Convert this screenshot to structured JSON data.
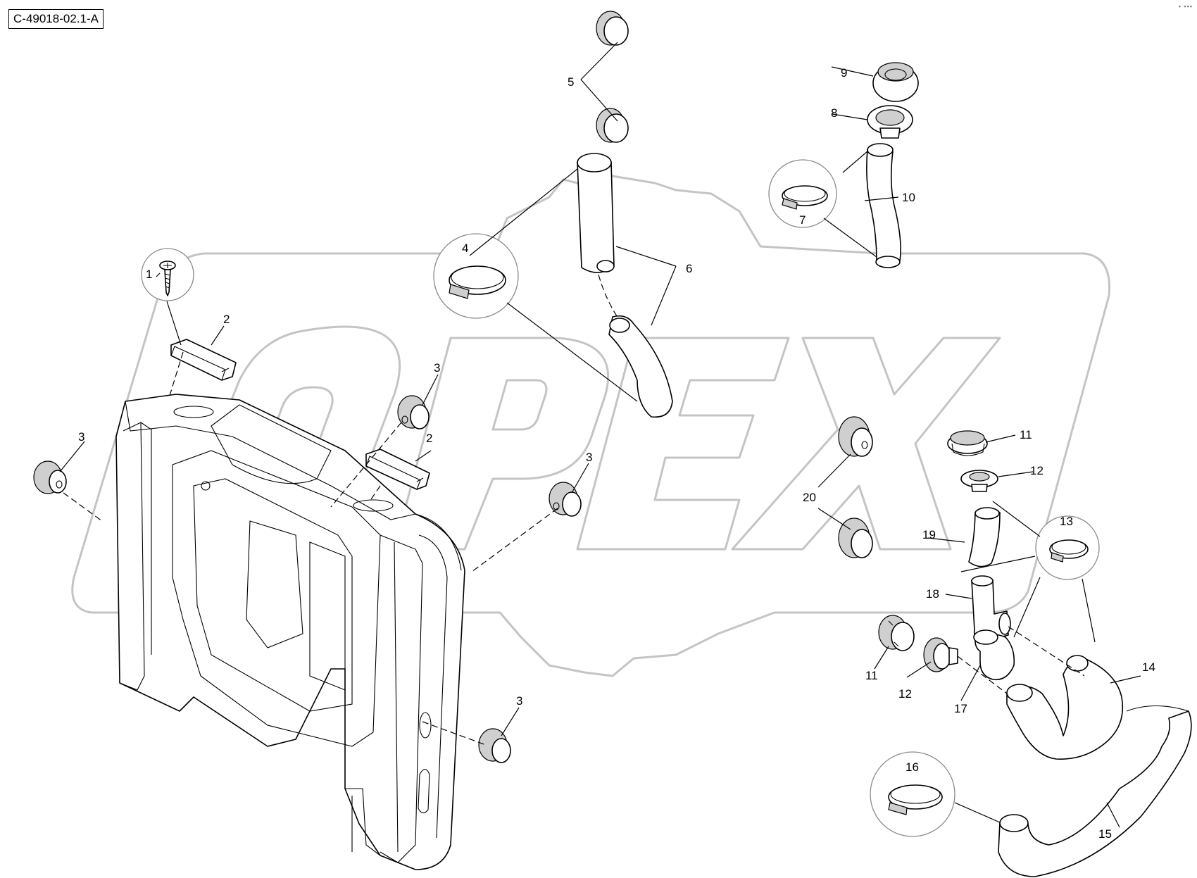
{
  "drawing": {
    "reference_code": "C-49018-02.1-A",
    "watermark_text": "OPEX"
  },
  "callouts": [
    {
      "id": "c1",
      "label": "1"
    },
    {
      "id": "c2a",
      "label": "2"
    },
    {
      "id": "c2b",
      "label": "2"
    },
    {
      "id": "c3a",
      "label": "3"
    },
    {
      "id": "c3b",
      "label": "3"
    },
    {
      "id": "c3c",
      "label": "3"
    },
    {
      "id": "c3d",
      "label": "3"
    },
    {
      "id": "c4",
      "label": "4"
    },
    {
      "id": "c5",
      "label": "5"
    },
    {
      "id": "c6",
      "label": "6"
    },
    {
      "id": "c7",
      "label": "7"
    },
    {
      "id": "c8",
      "label": "8"
    },
    {
      "id": "c9",
      "label": "9"
    },
    {
      "id": "c10",
      "label": "10"
    },
    {
      "id": "c11a",
      "label": "11"
    },
    {
      "id": "c11b",
      "label": "11"
    },
    {
      "id": "c12a",
      "label": "12"
    },
    {
      "id": "c12b",
      "label": "12"
    },
    {
      "id": "c13",
      "label": "13"
    },
    {
      "id": "c14",
      "label": "14"
    },
    {
      "id": "c15",
      "label": "15"
    },
    {
      "id": "c16",
      "label": "16"
    },
    {
      "id": "c17",
      "label": "17"
    },
    {
      "id": "c18",
      "label": "18"
    },
    {
      "id": "c19",
      "label": "19"
    },
    {
      "id": "c20",
      "label": "20"
    }
  ]
}
